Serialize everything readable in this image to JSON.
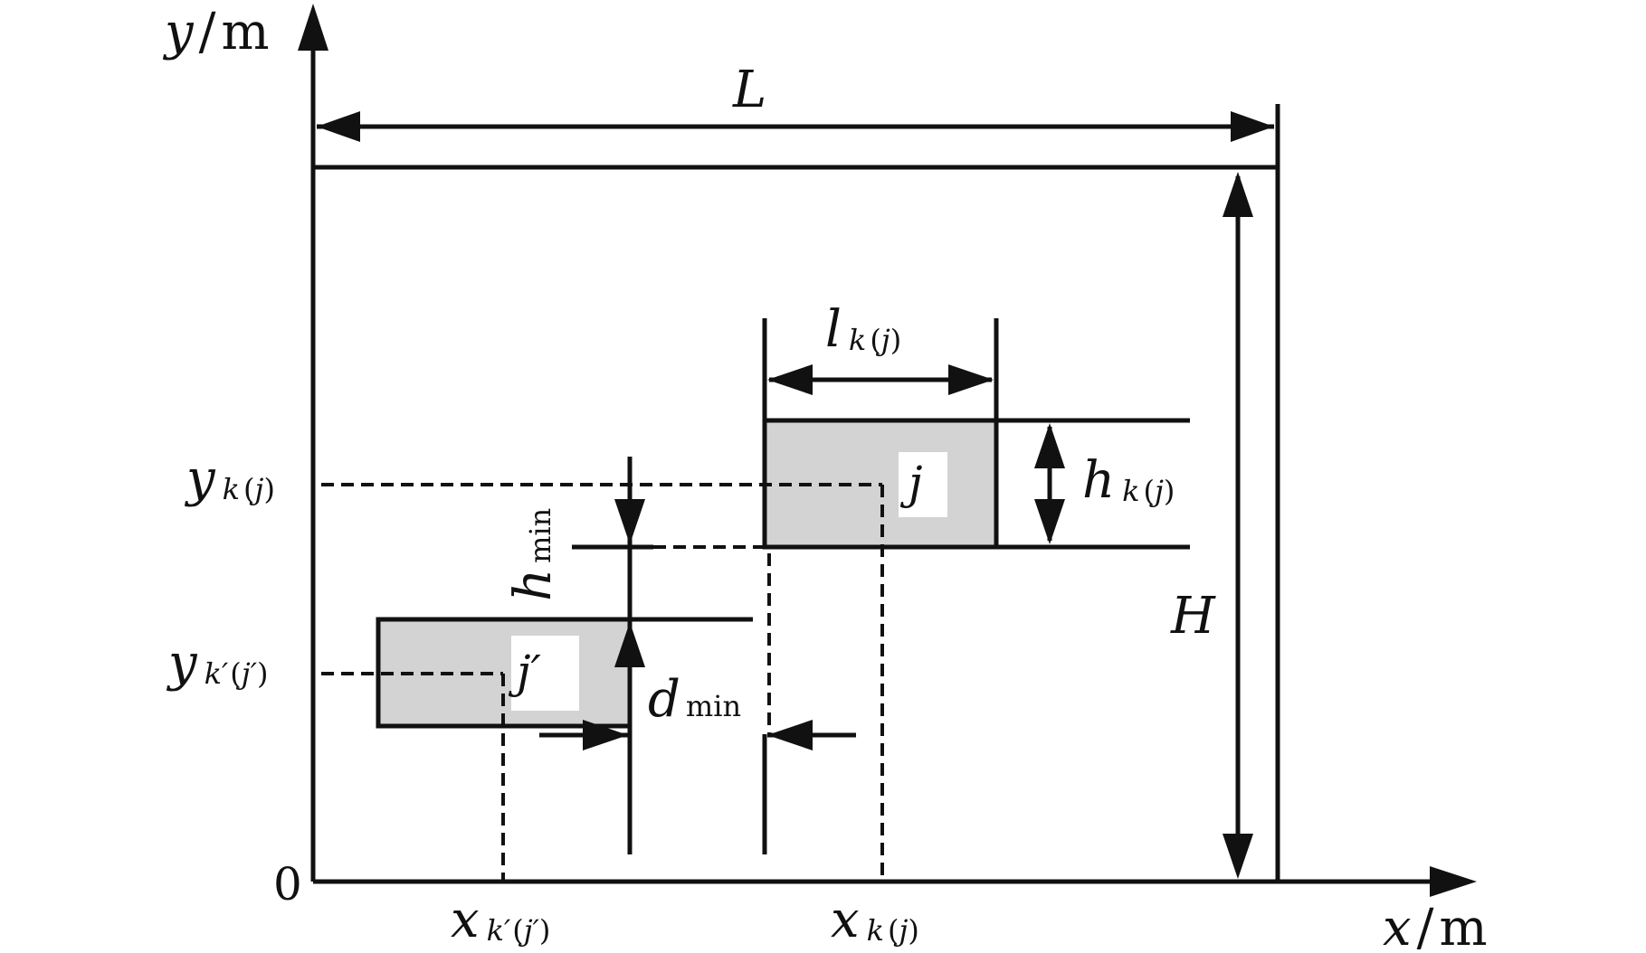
{
  "axes": {
    "y_var": "y",
    "y_unit": "m",
    "x_var": "x",
    "x_unit": "m",
    "origin": "0"
  },
  "dimensions": {
    "L": "L",
    "H": "H"
  },
  "block_j": {
    "label": "j"
  },
  "block_jp": {
    "label": "j′"
  },
  "labels": {
    "l_main": "l",
    "h_main": "h",
    "hmin_main": "h",
    "dmin_main": "d",
    "min_sub": "min",
    "yk_main": "y",
    "ykp_main": "y",
    "xk_main": "x",
    "xkp_main": "x",
    "k": "k",
    "kp": "k′",
    "j": "j",
    "jp": "j′",
    "open": "(",
    "close": ")"
  },
  "colors": {
    "stroke": "#111111",
    "block_fill": "#d3d3d3",
    "label_box": "#ffffff"
  }
}
